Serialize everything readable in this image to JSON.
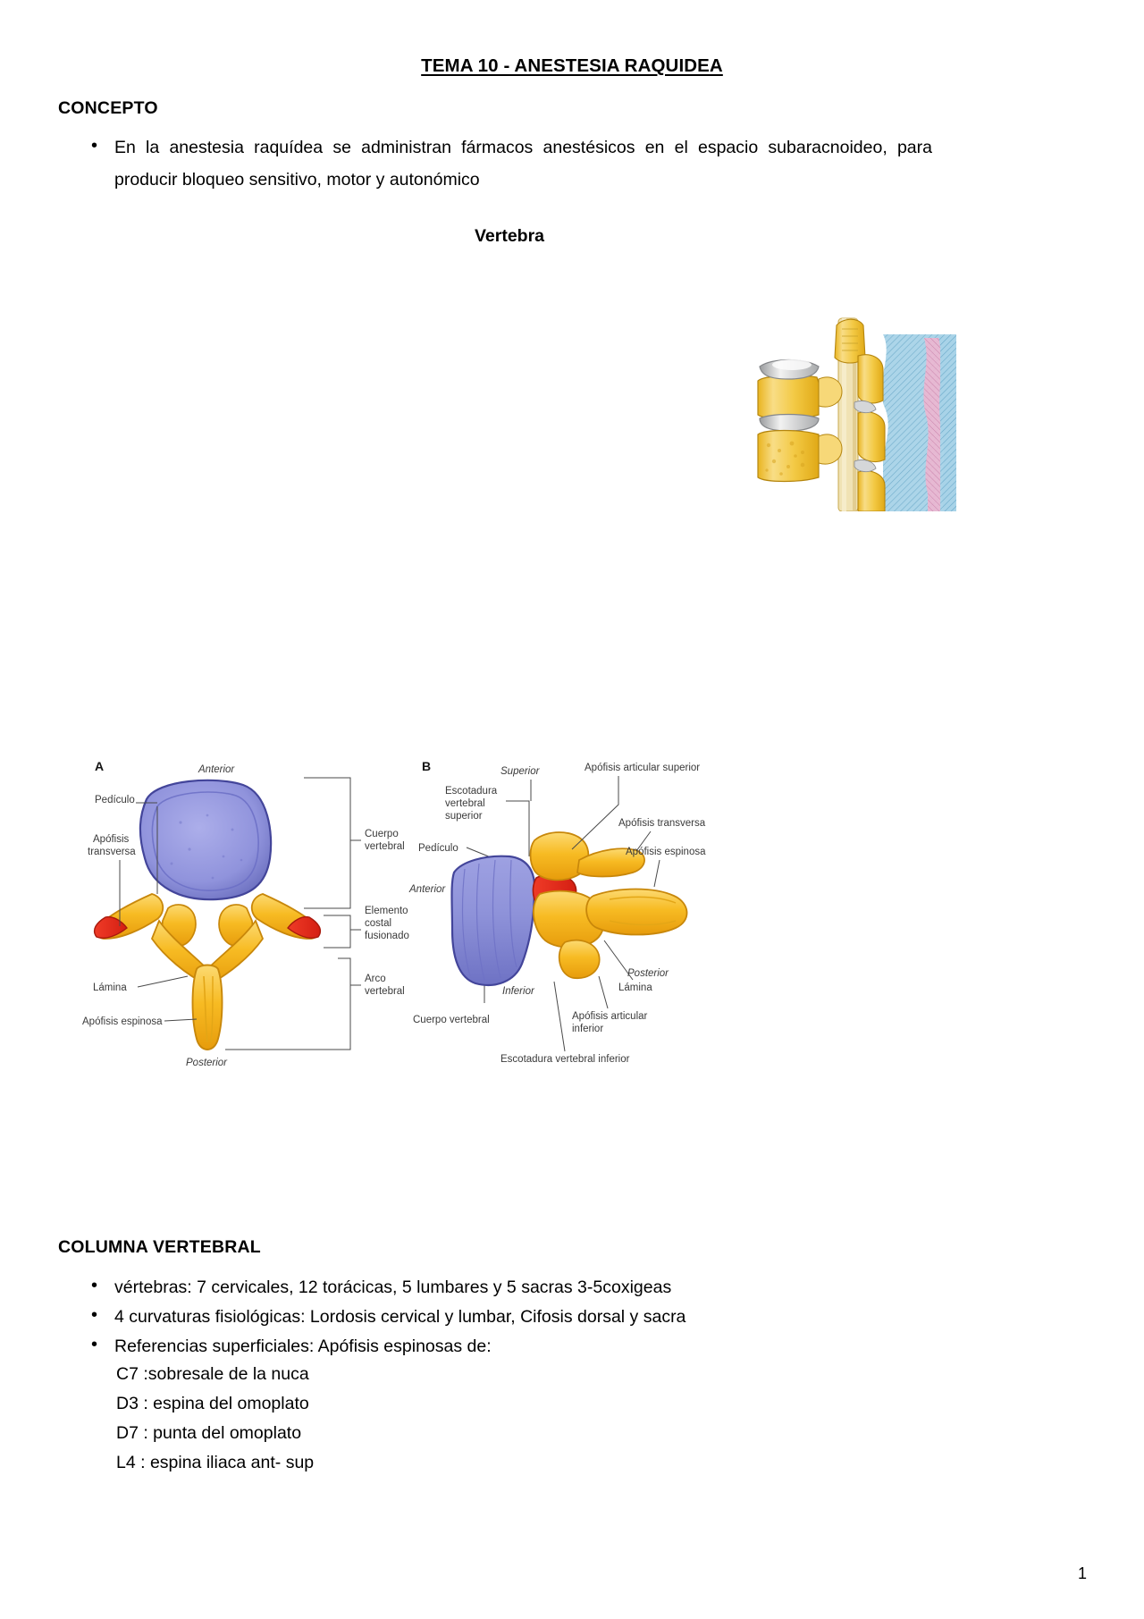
{
  "document": {
    "title": "TEMA 10 - ANESTESIA RAQUIDEA",
    "page_number": "1"
  },
  "sections": {
    "concepto": {
      "heading": "CONCEPTO",
      "bullet": "En la anestesia raquídea se administran fármacos anestésicos  en el espacio subaracnoideo, para producir bloqueo sensitivo, motor y autonómico"
    },
    "vertebra": {
      "heading": "Vertebra"
    },
    "columna": {
      "heading": "COLUMNA VERTEBRAL",
      "bullets": [
        "vértebras: 7 cervicales, 12 torácicas, 5 lumbares y 5 sacras 3-5coxigeas",
        "4 curvaturas fisiológicas: Lordosis cervical y lumbar, Cifosis dorsal y sacra",
        "Referencias superficiales: Apófisis espinosas de:"
      ],
      "references": [
        "C7 :sobresale de la nuca",
        "D3 : espina del omoplato",
        "D7 : punta del omoplato",
        "L4 : espina iliaca ant- sup"
      ]
    }
  },
  "figures": {
    "spine_sagittal": {
      "name": "sagittal-vertebral-column-illustration",
      "colors": {
        "bone": "#f2c43c",
        "bone_light": "#f7dd8e",
        "bone_outline": "#c28a12",
        "disc": "#d9dadb",
        "disc_outline": "#8b8d8f",
        "ligament_blue": "#8fc3e0",
        "dura_pink": "#e7a9c8",
        "cord_cream": "#efe0b0"
      }
    },
    "vertebra_views": {
      "panel_a": {
        "letter": "A",
        "labels": [
          "Anterior",
          "Pedículo",
          "Apófisis transversa",
          "Lámina",
          "Apófisis espinosa",
          "Posterior",
          "Cuerpo vertebral",
          "Elemento costal fusionado",
          "Arco vertebral"
        ],
        "label_lines": {
          "cuerpo_vertebral": [
            "Cuerpo",
            "vertebral"
          ],
          "elemento_costal": [
            "Elemento",
            "costal",
            "fusionado"
          ],
          "arco_vertebral": [
            "Arco",
            "vertebral"
          ],
          "apofisis_transversa": [
            "Apófisis",
            "transversa"
          ]
        }
      },
      "panel_b": {
        "letter": "B",
        "labels": [
          "Superior",
          "Escotadura vertebral superior",
          "Pedículo",
          "Anterior",
          "Cuerpo vertebral",
          "Inferior",
          "Apófisis articular superior",
          "Apófisis transversa",
          "Apófisis espinosa",
          "Posterior",
          "Lámina",
          "Apófisis articular inferior",
          "Escotadura vertebral inferior"
        ],
        "label_lines": {
          "escotadura_superior": [
            "Escotadura",
            "vertebral",
            "superior"
          ],
          "apofisis_articular_inferior": [
            "Apófisis articular",
            "inferior"
          ]
        }
      },
      "colors": {
        "body_blue": "#8f92d8",
        "body_blue_dark": "#5a5cb0",
        "arch_yellow": "#f5b721",
        "arch_yellow_light": "#fbd66a",
        "costal_red": "#e8342a",
        "facet_red": "#e03020"
      }
    }
  }
}
